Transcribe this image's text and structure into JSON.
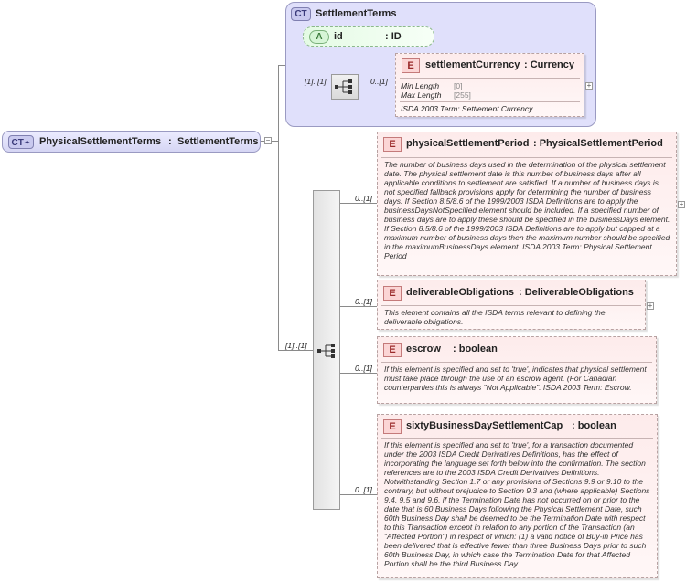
{
  "root": {
    "badge": "CT",
    "name": "PhysicalSettlementTerms",
    "type": "SettlementTerms"
  },
  "settlement_terms": {
    "badge": "CT",
    "title": "SettlementTerms",
    "attribute": {
      "badge": "A",
      "name": "id",
      "type": ": ID"
    },
    "sequence_cardinality": "[1]..[1]",
    "settlement_currency": {
      "badge": "E",
      "name": "settlementCurrency",
      "type": ": Currency",
      "cardinality": "0..[1]",
      "min_length_label": "Min Length",
      "min_length_value": "[0]",
      "max_length_label": "Max Length",
      "max_length_value": "[255]",
      "doc": "ISDA 2003 Term: Settlement Currency"
    }
  },
  "main_sequence": {
    "cardinality": "[1]..[1]"
  },
  "elements": [
    {
      "badge": "E",
      "name": "physicalSettlementPeriod",
      "type": ": PhysicalSettlementPeriod",
      "cardinality": "0..[1]",
      "doc": "The number of business days used in the determination of the physical settlement date. The physical settlement date is this number of business days after all applicable conditions to settlement are satisfied. If a number of business days is not specified fallback provisions apply for determining the number of business days. If Section 8.5/8.6 of the 1999/2003 ISDA Definitions are to apply the businessDaysNotSpecified element should be included. If a specified number of business days are to apply these should be specified in the businessDays element. If Section 8.5/8.6 of the 1999/2003 ISDA Definitions are to apply but capped at a maximum number of business days then the maximum number should be specified in the maximumBusinessDays element. ISDA 2003 Term: Physical Settlement Period"
    },
    {
      "badge": "E",
      "name": "deliverableObligations",
      "type": ": DeliverableObligations",
      "cardinality": "0..[1]",
      "doc": "This element contains all the ISDA terms relevant to defining the deliverable obligations."
    },
    {
      "badge": "E",
      "name": "escrow",
      "type": ": boolean",
      "cardinality": "0..[1]",
      "doc": "If this element is specified and set to 'true', indicates that physical settlement must take place through the use of an escrow agent. (For Canadian counterparties this is always \"Not Applicable\". ISDA 2003 Term: Escrow."
    },
    {
      "badge": "E",
      "name": "sixtyBusinessDaySettlementCap",
      "type": ": boolean",
      "cardinality": "0..[1]",
      "doc": "If this element is specified and set to 'true', for a transaction documented under the 2003 ISDA Credit Derivatives Definitions, has the effect of incorporating the language set forth below into the confirmation. The section references are to the 2003 ISDA Credit Derivatives Definitions. Notwithstanding Section 1.7 or any provisions of Sections 9.9 or 9.10 to the contrary, but without prejudice to Section 9.3 and (where applicable) Sections 9.4, 9.5 and 9.6, if the Termination Date has not occurred on or prior to the date that is 60 Business Days following the Physical Settlement Date, such 60th Business Day shall be deemed to be the Termination Date with respect to this Transaction except in relation to any portion of the Transaction (an \"Affected Portion\") in respect of which: (1) a valid notice of Buy-in Price has been delivered that is effective fewer than three Business Days prior to such 60th Business Day, in which case the Termination Date for that Affected Portion shall be the third Business Day"
    }
  ]
}
